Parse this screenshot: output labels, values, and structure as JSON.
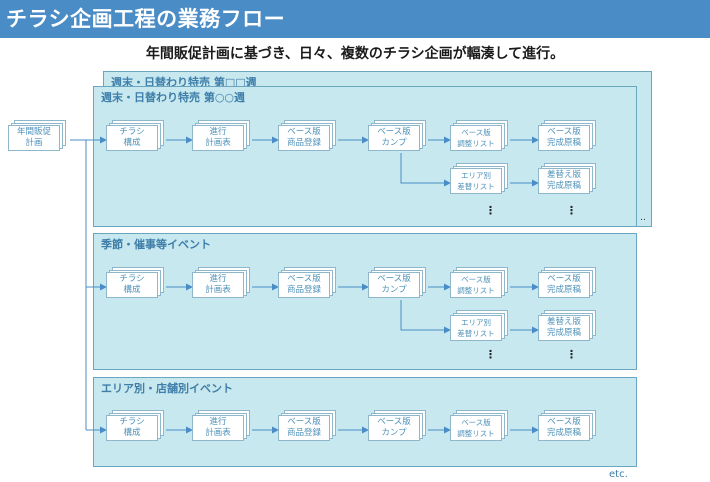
{
  "title": "チラシ企画工程の業務フロー",
  "subtitle": "年間販促計画に基づき、日々、複数のチラシ企画が輻湊して進行。",
  "start_doc": "年間販促\n計画",
  "panels": {
    "back": "週末・日替わり特売 第□□週",
    "weekly": "週末・日替わり特売 第○○週",
    "seasonal": "季節・催事等イベント",
    "area": "エリア別・店舗別イベント"
  },
  "steps": {
    "chirashi": "チラシ\n構成",
    "shinko": "進行\n計画表",
    "base_reg": "ベース版\n商品登録",
    "base_camp": "ベース版\nカンプ",
    "base_adjust": "ベース版\n調整リスト",
    "base_final": "ベース版\n完成原稿",
    "area_list": "エリア別\n差替リスト",
    "sashikae": "差替え版\n完成原稿"
  },
  "dots_vertical": "⋮",
  "dots_horizontal": "‥",
  "etc": "etc.",
  "colors": {
    "title_bar": "#4a8cc6",
    "panel_fill": "#c7e8ef",
    "panel_border": "#6aa6bf",
    "doc_text": "#4e91b8",
    "arrow": "#4a8cc6"
  }
}
